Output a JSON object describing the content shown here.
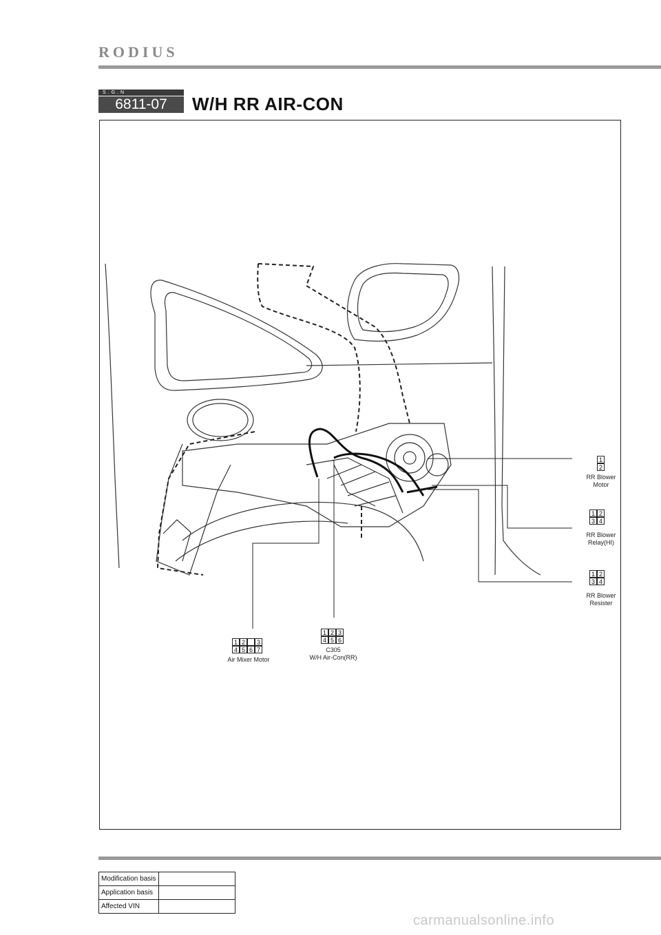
{
  "header": {
    "brand": "RODIUS",
    "sgn": "S.G.N",
    "code": "6811-07",
    "title": "W/H RR AIR-CON"
  },
  "connectors": {
    "rr_blower_motor": {
      "pins": [
        "1",
        "2"
      ],
      "label": [
        "RR Blower",
        "Motor"
      ]
    },
    "rr_blower_relay": {
      "pins": [
        "1",
        "2",
        "3",
        "4"
      ],
      "label": [
        "RR Blower",
        "Relay(HI)"
      ]
    },
    "rr_blower_resister": {
      "pins": [
        "1",
        "2",
        "3",
        "4"
      ],
      "label": [
        "RR Blower",
        "Resister"
      ]
    },
    "air_mixer_motor": {
      "pins": [
        "1",
        "2",
        "3",
        "4",
        "5",
        "6",
        "7"
      ],
      "label": "Air Mixer Motor"
    },
    "c305": {
      "pins": [
        "1",
        "2",
        "3",
        "4",
        "5",
        "6"
      ],
      "id": "C305",
      "label": "W/H Air-Con(RR)"
    }
  },
  "basis_table": {
    "rows": [
      {
        "label": "Modification basis",
        "value": ""
      },
      {
        "label": "Application basis",
        "value": ""
      },
      {
        "label": "Affected VIN",
        "value": ""
      }
    ]
  },
  "watermark": "carmanualsonline.info"
}
